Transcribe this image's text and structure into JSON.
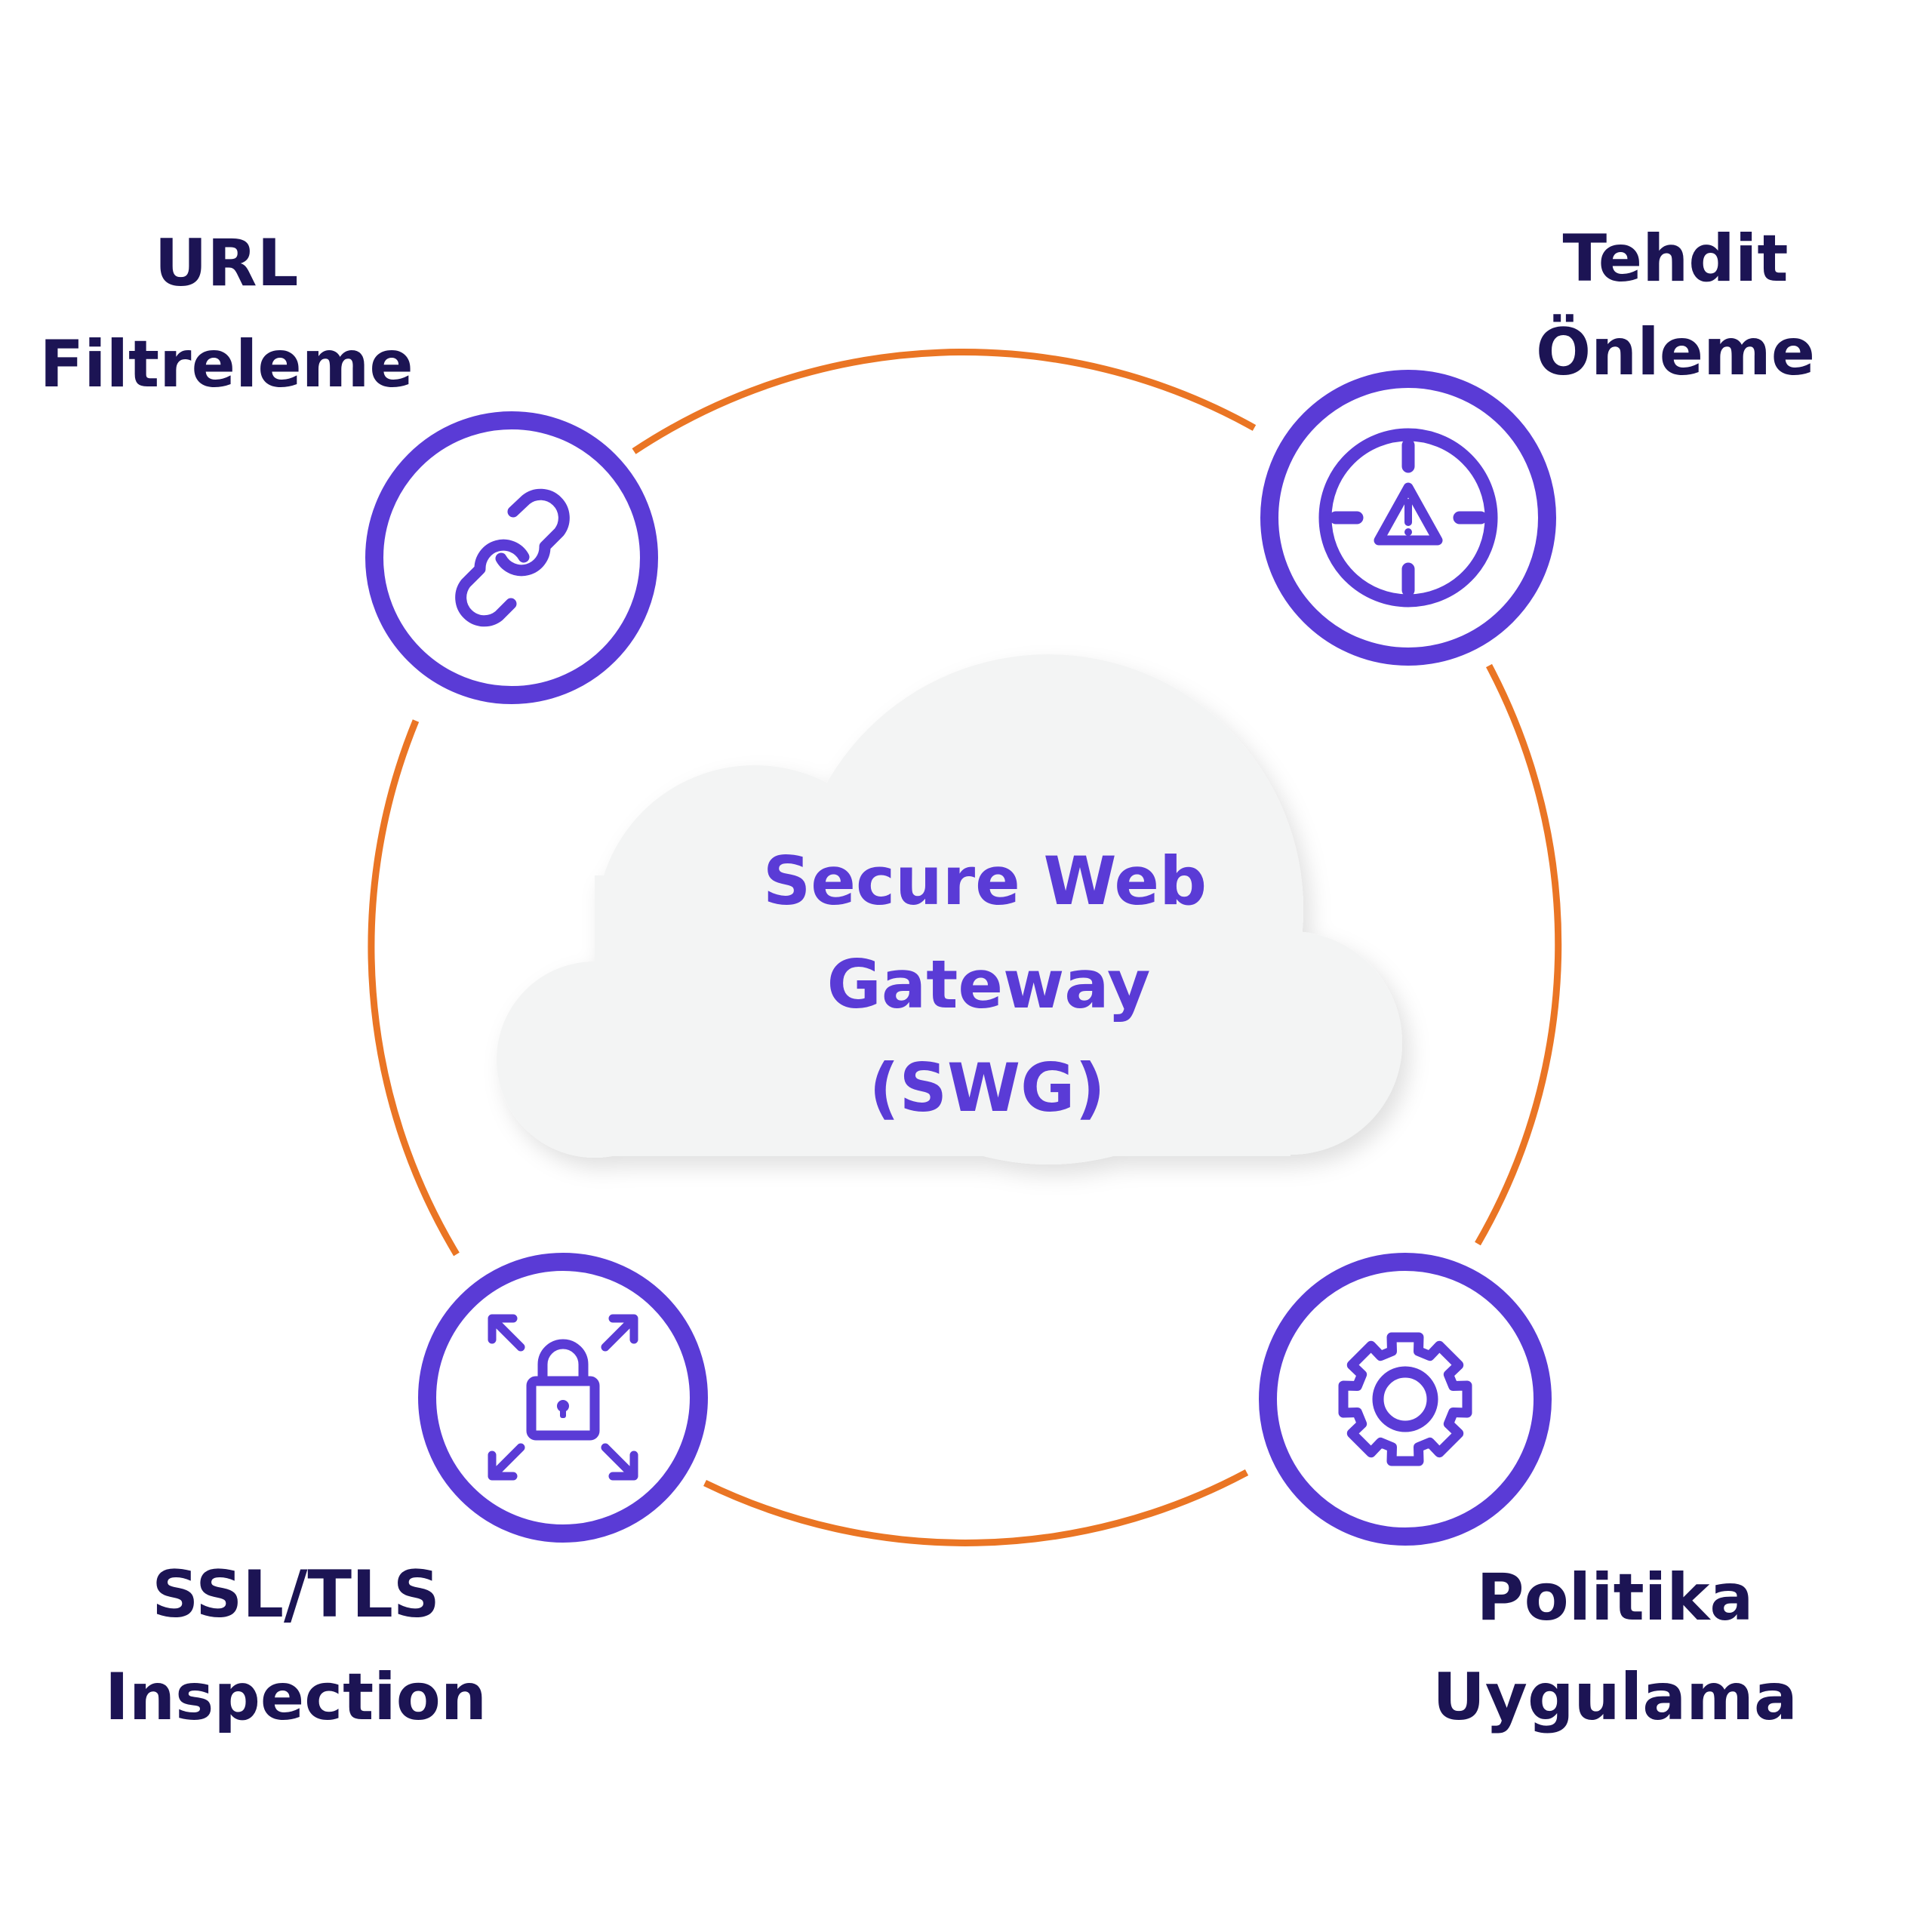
{
  "center": {
    "line1": "Secure Web",
    "line2": "Gateway",
    "line3": "(SWG)"
  },
  "nodes": [
    {
      "id": "url-filtering",
      "icon": "link-icon",
      "line1": "URL",
      "line2": "Filtreleme"
    },
    {
      "id": "threat-prevention",
      "icon": "warning-target-icon",
      "line1": "Tehdit",
      "line2": "Önleme"
    },
    {
      "id": "ssl-tls-inspection",
      "icon": "padlock-expand-icon",
      "line1": "SSL/TLS",
      "line2": "Inspection"
    },
    {
      "id": "policy-enforcement",
      "icon": "gear-icon",
      "line1": "Politika",
      "line2": "Uygulama"
    }
  ],
  "colors": {
    "ring": "#5a3bd6",
    "connector": "#ea7524",
    "label": "#1c1454",
    "center_text": "#5a3bd6",
    "cloud": "#f3f4f4"
  }
}
